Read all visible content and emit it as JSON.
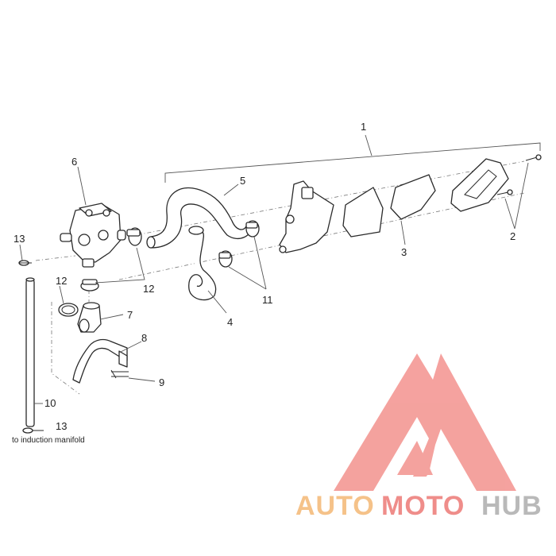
{
  "callouts": {
    "c1": "1",
    "c2": "2",
    "c3": "3",
    "c4": "4",
    "c5": "5",
    "c6": "6",
    "c7": "7",
    "c8": "8",
    "c9": "9",
    "c10": "10",
    "c11": "11",
    "c12a": "12",
    "c12b": "12",
    "c13a": "13",
    "c13b": "13"
  },
  "note": "to induction manifold",
  "watermark": {
    "part1": "AUTO",
    "part2": "MOTO",
    "part3": "HUB",
    "colors": {
      "auto": "#f5c289",
      "moto": "#ef8d8a",
      "hub": "#b9b9b9",
      "logo": "#f28b87"
    }
  }
}
